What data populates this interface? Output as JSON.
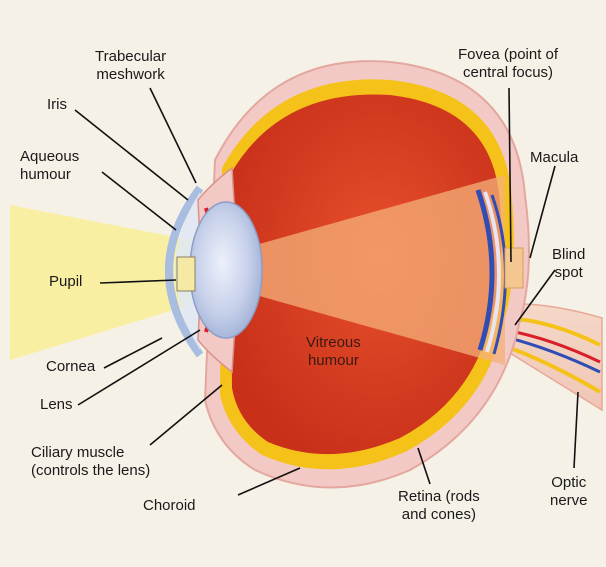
{
  "labels": {
    "trabecular_meshwork": [
      "Trabecular",
      "meshwork"
    ],
    "iris": "Iris",
    "aqueous_humour": [
      "Aqueous",
      "humour"
    ],
    "pupil": "Pupil",
    "cornea": "Cornea",
    "lens": "Lens",
    "ciliary_muscle": [
      "Ciliary muscle",
      "(controls the lens)"
    ],
    "choroid": "Choroid",
    "vitreous_humour": [
      "Vitreous",
      "humour"
    ],
    "retina": [
      "Retina (rods",
      "and cones)"
    ],
    "fovea": [
      "Fovea (point of",
      "central focus)"
    ],
    "macula": "Macula",
    "blind_spot": [
      "Blind",
      "spot"
    ],
    "optic_nerve": [
      "Optic",
      "nerve"
    ]
  },
  "colors": {
    "background": "#f6f1e6",
    "sclera": "#f2c9c4",
    "choroid": "#f5c21a",
    "vitreous": "#d93a1f",
    "light_beam": "#f8ee9a",
    "lens": "#c9d3ec",
    "nerve_red": "#d81f2a",
    "nerve_blue": "#2f4db5"
  }
}
